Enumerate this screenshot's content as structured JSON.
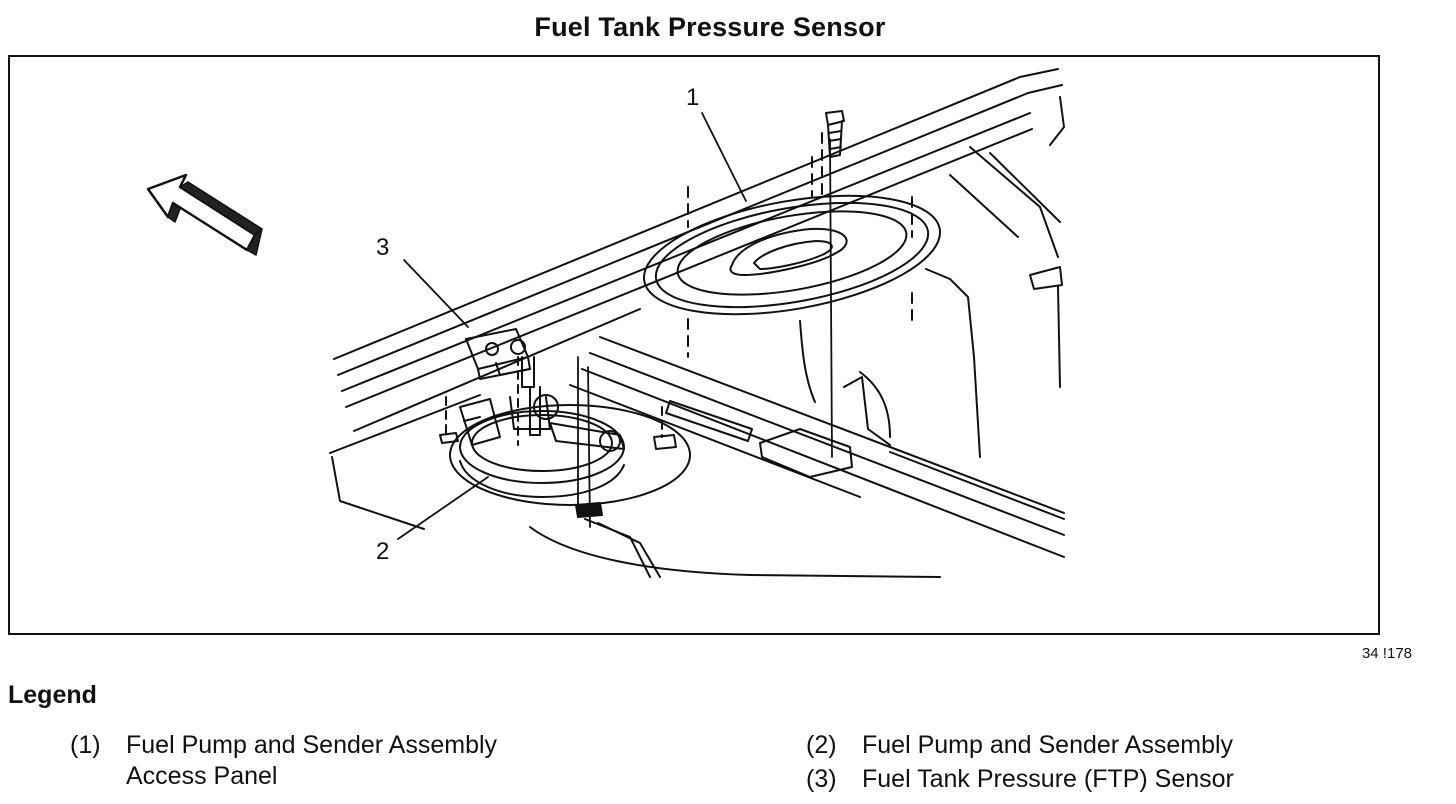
{
  "title": "Fuel Tank Pressure Sensor",
  "figure_id": "34 !178",
  "callouts": {
    "c1": "1",
    "c2": "2",
    "c3": "3"
  },
  "legend": {
    "heading": "Legend",
    "items": [
      {
        "number": "(1)",
        "line1": "Fuel Pump and Sender Assembly",
        "line2": "Access Panel"
      },
      {
        "number": "(2)",
        "line1": "Fuel Pump and Sender Assembly"
      },
      {
        "number": "(3)",
        "line1": "Fuel Tank Pressure (FTP) Sensor"
      }
    ]
  },
  "colors": {
    "ink": "#111111",
    "background": "#ffffff"
  }
}
